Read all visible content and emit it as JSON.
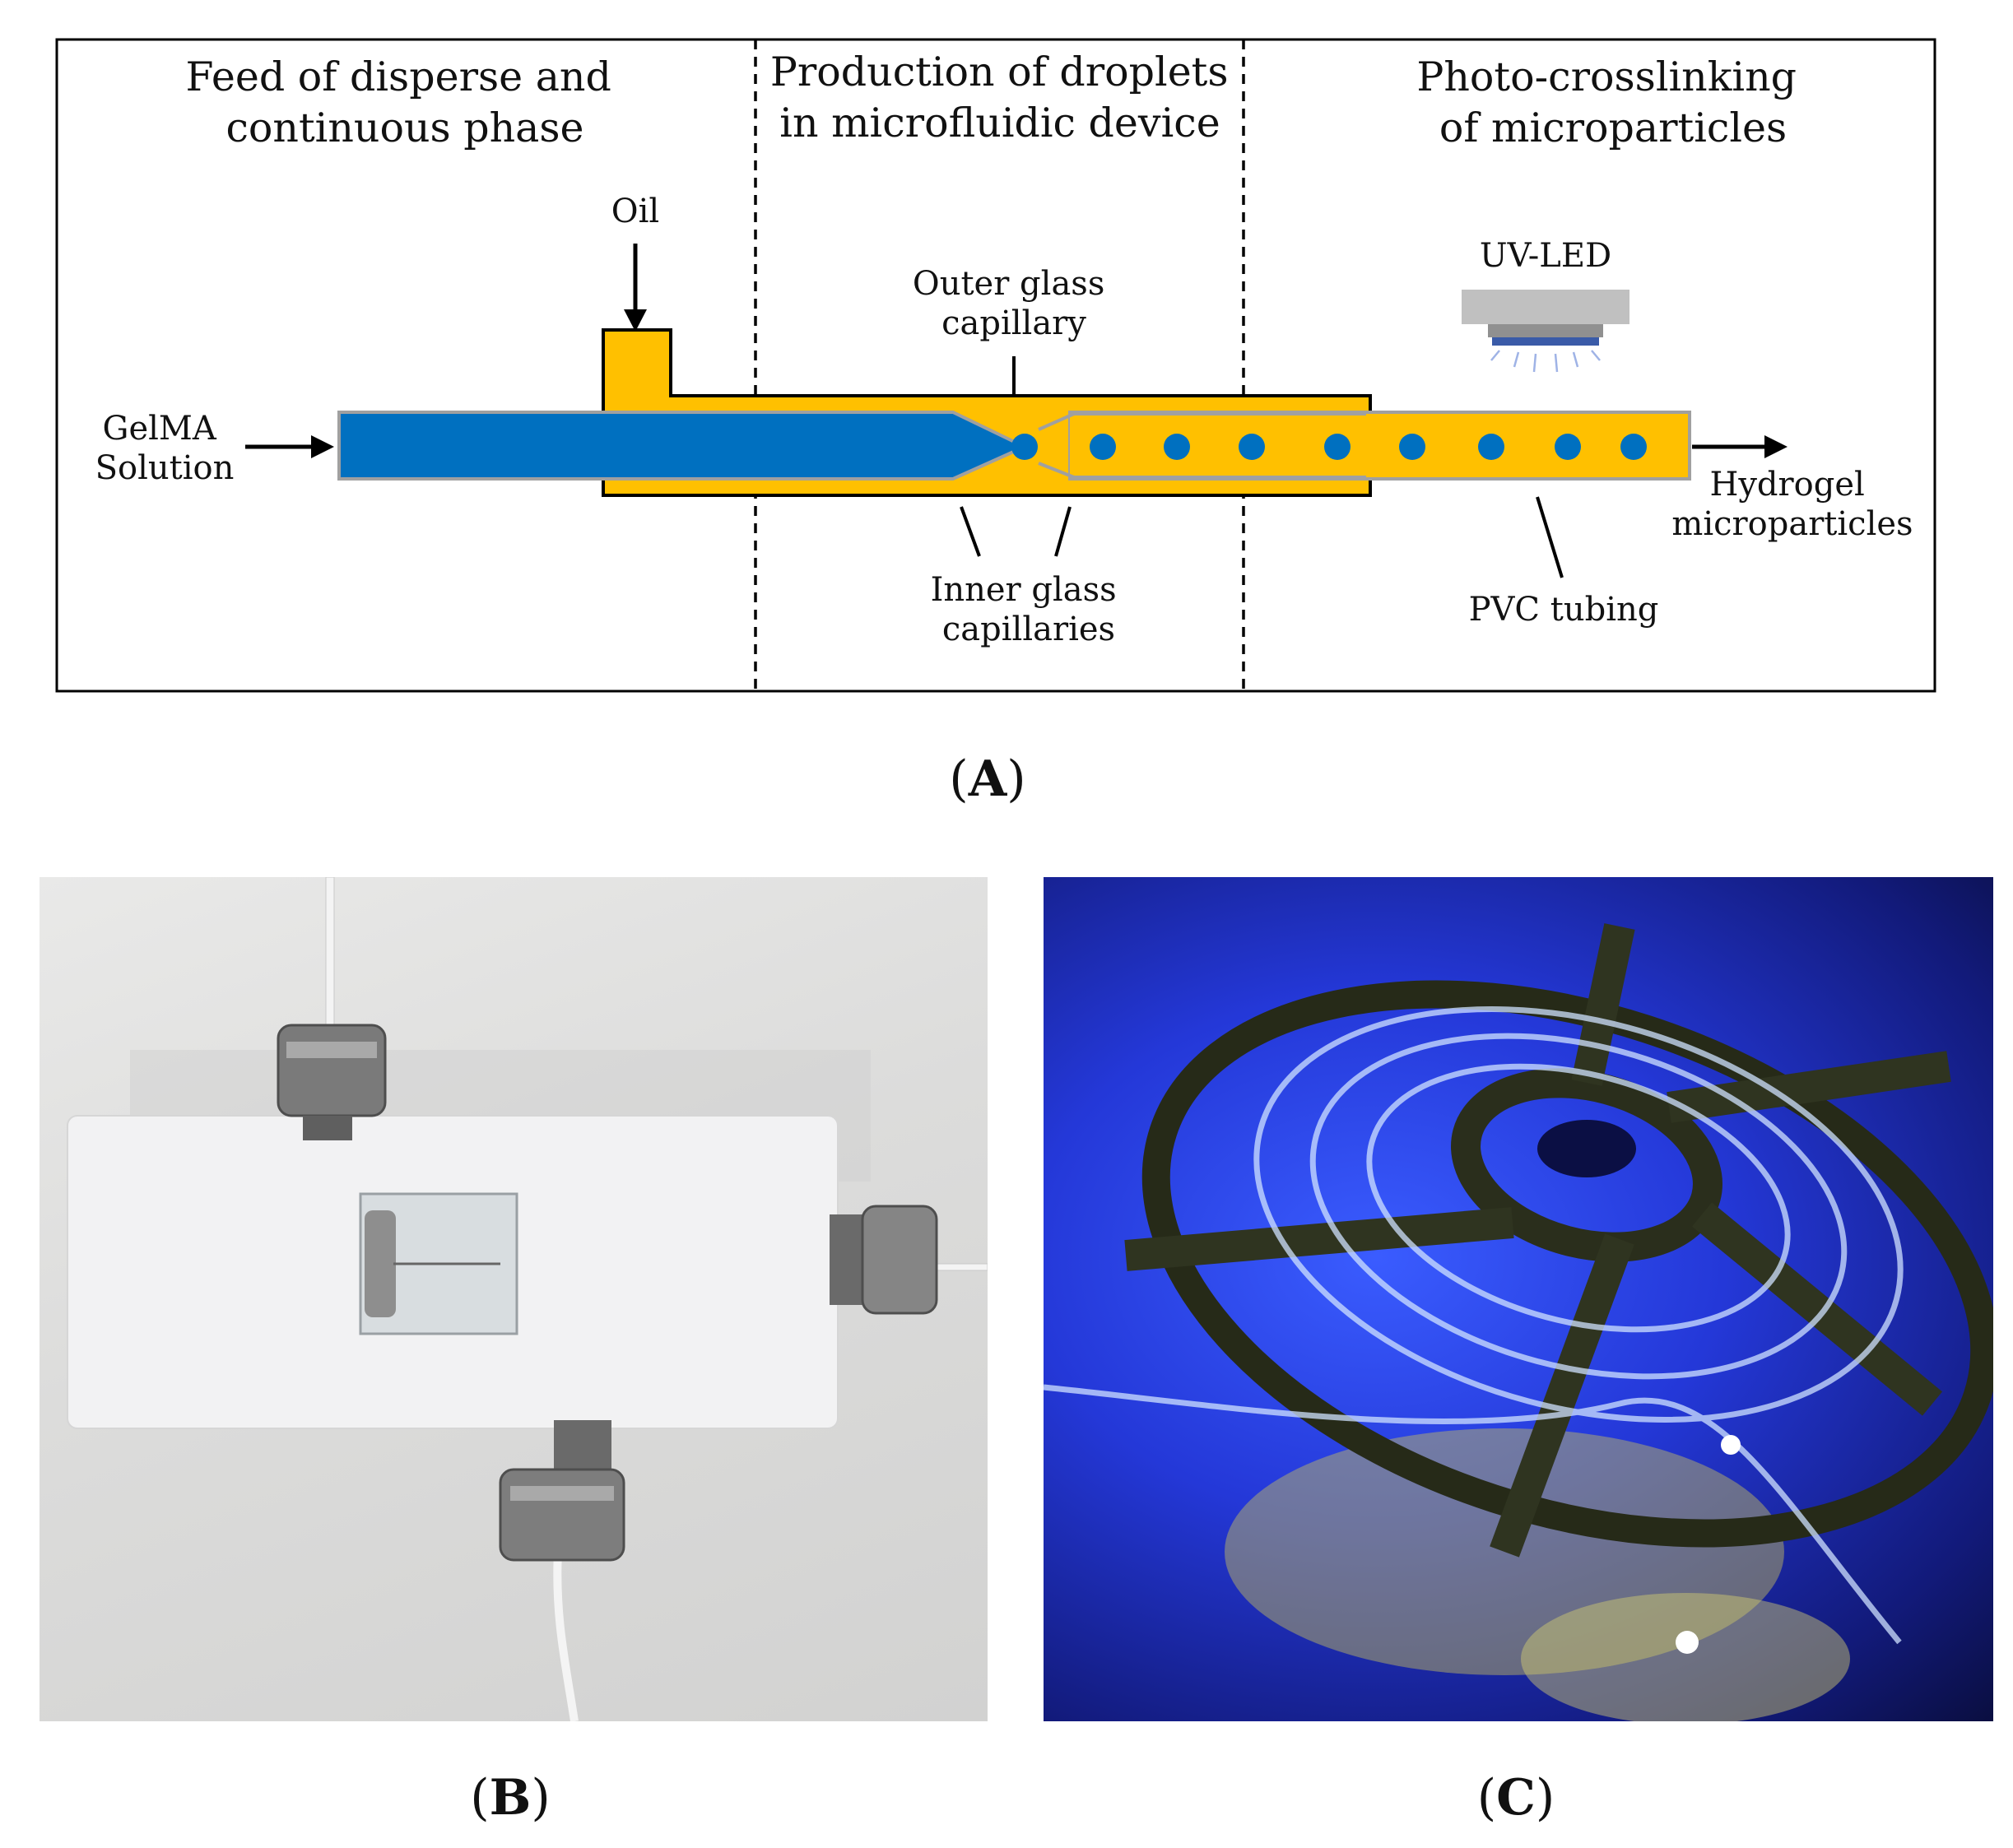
{
  "sections": {
    "feed": [
      "Feed of disperse and",
      "continuous phase"
    ],
    "production": [
      "Production of droplets",
      "in microfluidic device"
    ],
    "crosslinking": [
      "Photo-crosslinking",
      "of microparticles"
    ]
  },
  "labels": {
    "oil": "Oil",
    "outer_capillary": [
      "Outer glass",
      "capillary"
    ],
    "uv_led": "UV-LED",
    "gelma": [
      "GelMA",
      "Solution"
    ],
    "hydrogel": [
      "Hydrogel",
      "microparticles"
    ],
    "inner_capillaries": [
      "Inner glass",
      "capillaries"
    ],
    "pvc_tubing": "PVC tubing"
  },
  "panels": {
    "a": "A",
    "b": "B",
    "c": "C"
  },
  "colors": {
    "continuous_phase": "#FFC000",
    "disperse_phase": "#0070C0",
    "led_housing": "#C0C0C0",
    "led_emitter": "#3A5BA8",
    "outline": "#000000"
  }
}
